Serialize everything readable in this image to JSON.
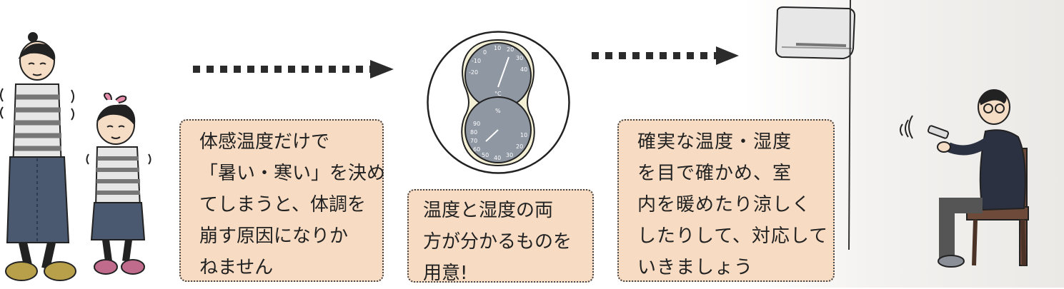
{
  "notes": {
    "body_sense": [
      "体感温度だけで",
      "「暑い・寒い」を決め",
      "てしまうと、体調を",
      "崩す原因になりか",
      "ねません"
    ],
    "gauge_tip": [
      "温度と湿度の両",
      "方が分かるものを",
      "用意!"
    ],
    "action": [
      "確実な温度・湿度",
      "を目で確かめ、室",
      "内を暖めたり涼しく",
      "したりして、対応して",
      "いきましょう"
    ]
  },
  "gauge": {
    "top_dial_numbers": [
      "0",
      "10",
      "20",
      "30",
      "40",
      "-10",
      "-20"
    ],
    "top_unit": "°C",
    "bottom_dial_numbers": [
      "90",
      "80",
      "70",
      "60",
      "50",
      "40",
      "30",
      "20",
      "10"
    ],
    "bottom_unit": "%"
  },
  "colors": {
    "note_fill": "#f7dcc3",
    "arrow": "#2b2b2b",
    "sweater_stripe": "#7a7a7a",
    "skirt": "#4a5870",
    "chair": "#6e4a3a"
  }
}
